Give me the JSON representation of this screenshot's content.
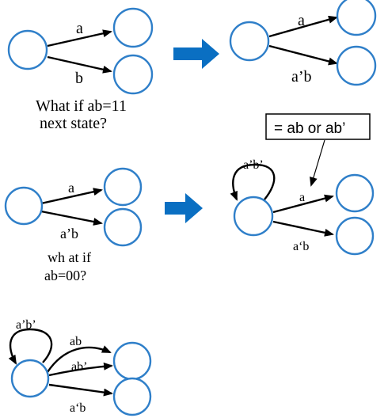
{
  "colors": {
    "state_stroke": "#2f7fc9",
    "block_arrow": "#0a6fc2",
    "edge": "#000000"
  },
  "top": {
    "left_labels": {
      "a": "a",
      "b": "b"
    },
    "right_labels": {
      "a": "a",
      "a_not_b": "a’b"
    },
    "question_line1": "What if ab=11",
    "question_line2": "next state?"
  },
  "middle": {
    "left_labels": {
      "a": "a",
      "a_not_b": "a’b"
    },
    "question_line1": "wh at if",
    "question_line2": "ab=00?",
    "callout": "= ab or ab’",
    "right_labels": {
      "self_loop": "a’b’",
      "a": "a",
      "a_not_b": "a‘b"
    }
  },
  "bottom": {
    "labels": {
      "self_loop": "a’b’",
      "ab": "ab",
      "ab_not": "ab’",
      "a_not_b": "a‘b"
    }
  }
}
